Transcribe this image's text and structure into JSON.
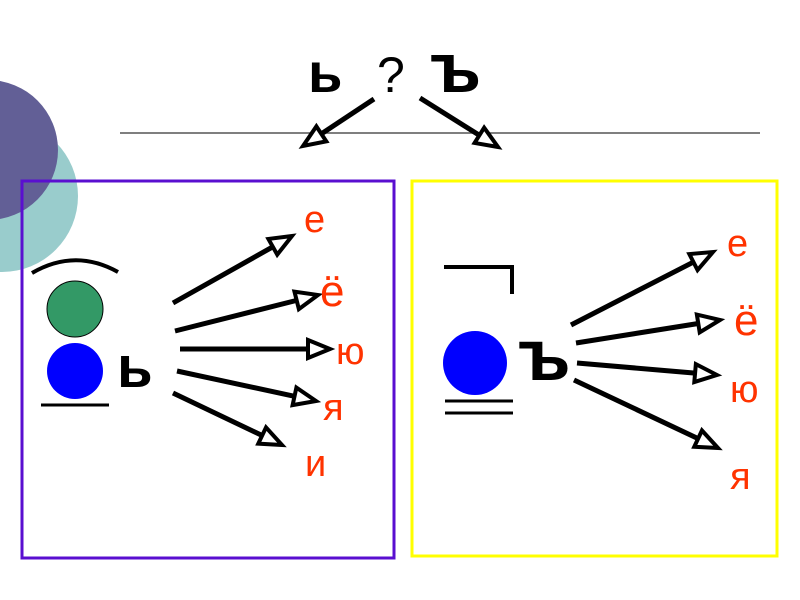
{
  "colors": {
    "deco_circle_dark": "#625f96",
    "deco_circle_light": "#99cccc",
    "soft_sign_box_border": "#5a0fd0",
    "hard_sign_box_border": "#ffff00",
    "vowel_color": "#ff3300",
    "green_circle": "#339966",
    "blue_circle": "#0000ff"
  },
  "header": {
    "soft_sign": "ь",
    "question_mark": "?",
    "hard_sign": "ъ"
  },
  "soft_sign_panel": {
    "letter": "ь",
    "vowels": [
      "е",
      "ё",
      "ю",
      "я",
      "и"
    ]
  },
  "hard_sign_panel": {
    "letter": "ъ",
    "vowels": [
      "е",
      "ё",
      "ю",
      "я"
    ]
  }
}
